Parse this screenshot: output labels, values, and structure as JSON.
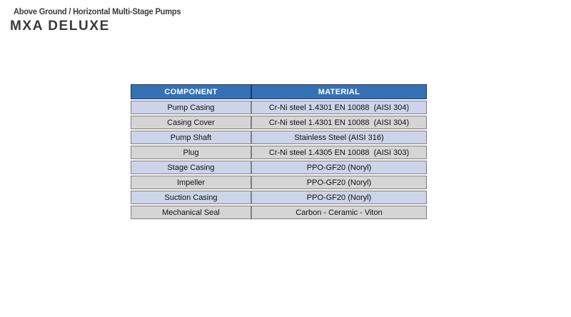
{
  "page": {
    "subtitle": "Above Ground / Horizontal Multi-Stage Pumps",
    "title": "MXA DELUXE"
  },
  "table": {
    "headers": [
      "COMPONENT",
      "MATERIAL"
    ],
    "rows": [
      {
        "component": "Pump Casing",
        "material": "Cr-Ni steel 1.4301 EN 10088  (AISI 304)"
      },
      {
        "component": "Casing Cover",
        "material": "Cr-Ni steel 1.4301 EN 10088  (AISI 304)"
      },
      {
        "component": "Pump Shaft",
        "material": "Stainless Steel (AISI 316)"
      },
      {
        "component": "Plug",
        "material": "Cr-Ni steel 1.4305 EN 10088  (AISI 303)"
      },
      {
        "component": "Stage Casing",
        "material": "PPO-GF20 (Noryl)"
      },
      {
        "component": "Impeller",
        "material": "PPO-GF20 (Noryl)"
      },
      {
        "component": "Suction Casing",
        "material": "PPO-GF20 (Noryl)"
      },
      {
        "component": "Mechanical Seal",
        "material": "Carbon - Ceramic - Viton"
      }
    ],
    "colors": {
      "header_bg": "#3572b4",
      "header_border": "#1f3864",
      "header_text": "#ffffff",
      "row_blue": "#cdd4e9",
      "row_gray": "#d5d5d5",
      "cell_border": "#7f7f7f",
      "cell_text": "#111111",
      "title_text": "#3a3a3a"
    }
  }
}
